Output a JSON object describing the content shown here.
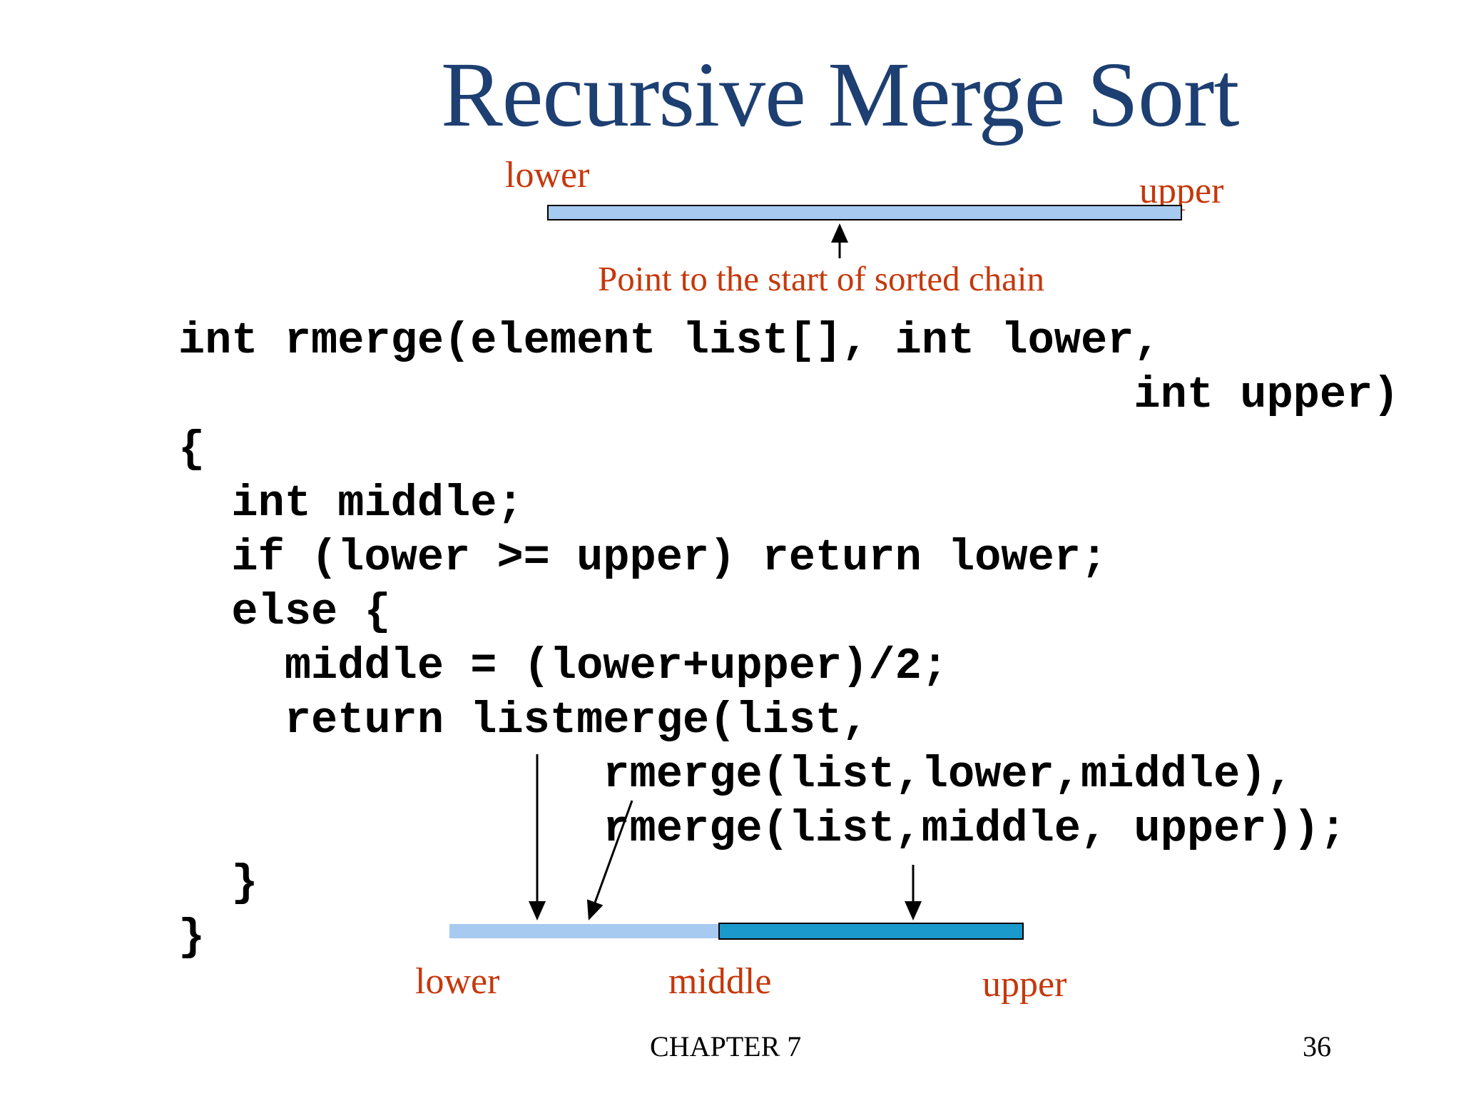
{
  "slide": {
    "title": "Recursive Merge Sort",
    "top_diagram": {
      "lower_label": "lower",
      "upper_label": "upper",
      "caption": "Point to the start of sorted chain"
    },
    "code": {
      "lines": [
        "int rmerge(element list[], int lower,",
        "                                    int upper)",
        "{",
        "  int middle;",
        "  if (lower >= upper) return lower;",
        "  else {",
        "    middle = (lower+upper)/2;",
        "    return listmerge(list,",
        "                rmerge(list,lower,middle),",
        "                rmerge(list,middle, upper));",
        "  }",
        "}"
      ]
    },
    "bottom_diagram": {
      "lower_label": "lower",
      "middle_label": "middle",
      "upper_label": "upper"
    },
    "footer": {
      "chapter_label": "CHAPTER 7",
      "page_number": "36"
    },
    "colors": {
      "title_navy": "#1d3f72",
      "label_red": "#c5380c",
      "bar_light_blue": "#a6caf0",
      "bar_teal": "#1a99cc",
      "arrow_black": "#000000"
    }
  }
}
